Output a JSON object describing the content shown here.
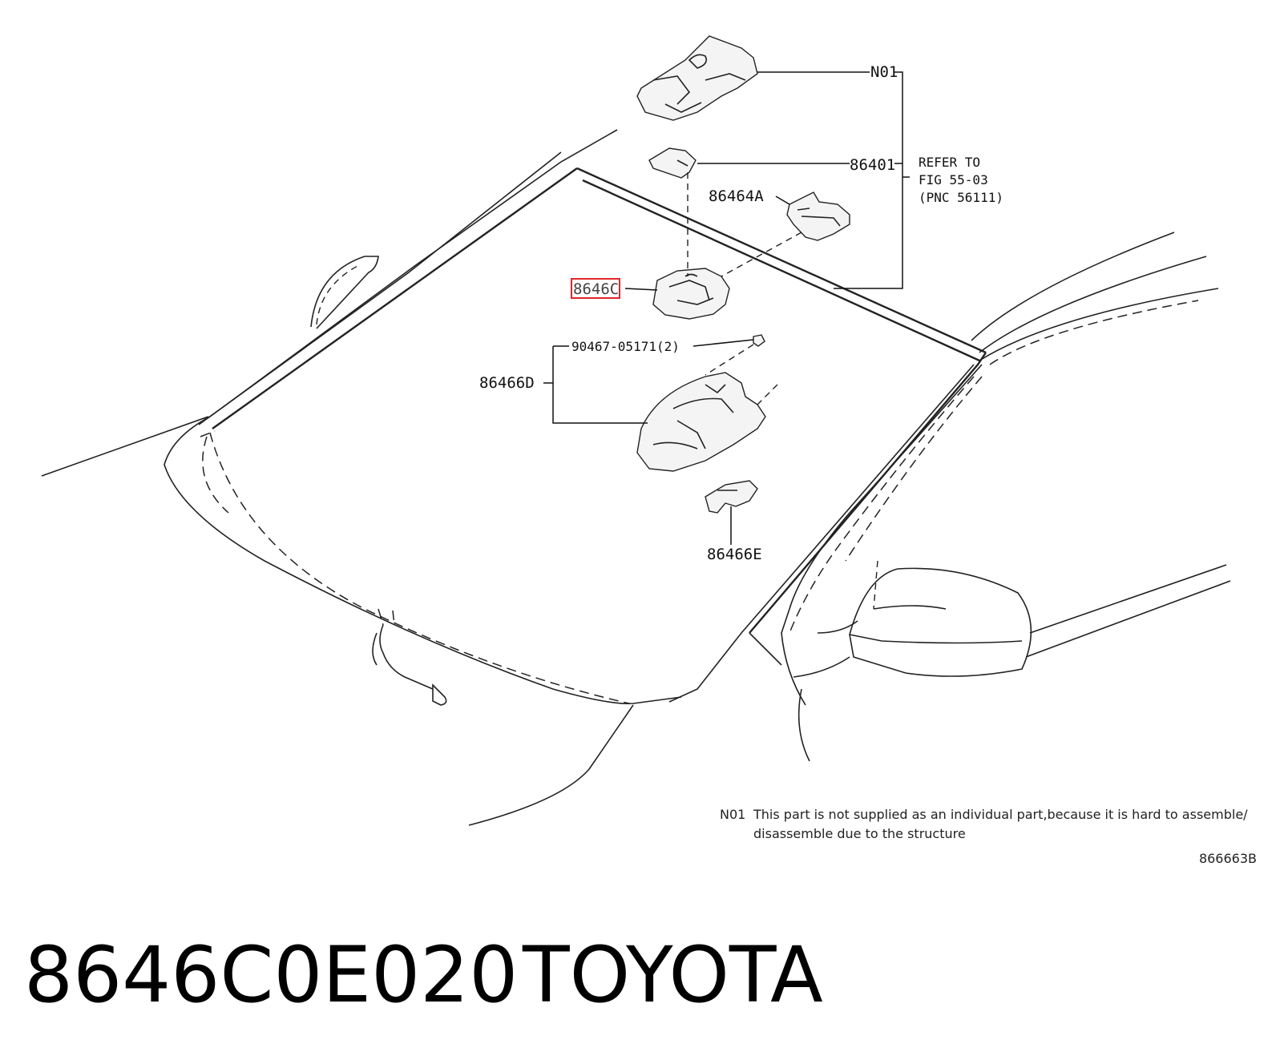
{
  "labels": {
    "n01": "N01",
    "p86401": "86401",
    "p86464a": "86464A",
    "refer_line1": "REFER TO",
    "refer_line2": "FIG 55-03",
    "refer_line3": "(PNC 56111)",
    "p8646c": "8646C",
    "screw": "90467-05171(2)",
    "p86466d": "86466D",
    "p86466e": "86466E"
  },
  "note": {
    "code": "N01",
    "line1": "This part is not supplied as an individual part,because it is hard to assemble/",
    "line2": "disassemble due to the structure"
  },
  "diagram_id": "866663B",
  "footer": {
    "part_number": "8646C0E020",
    "brand": "TOYOTA"
  },
  "highlight_color": "#e0262b"
}
